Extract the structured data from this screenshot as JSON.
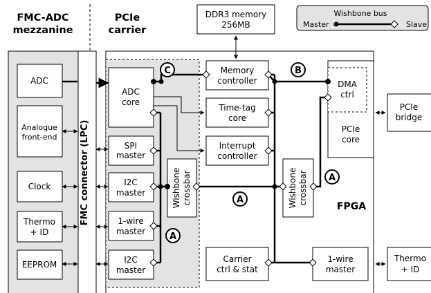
{
  "headings": {
    "fmc_adc": [
      "FMC-ADC",
      "mezzanine"
    ],
    "pcie_carrier": [
      "PCIe",
      "carrier"
    ]
  },
  "fmc_connector": "FMC connector (LPC)",
  "fpga_label": "FPGA",
  "legend": {
    "title": "Wishbone bus",
    "master": "Master",
    "slave": "Slave"
  },
  "mezzanine_blocks": {
    "adc": "ADC",
    "analogue": [
      "Analogue",
      "front-end"
    ],
    "clock": "Clock",
    "thermo": [
      "Thermo",
      "+ ID"
    ],
    "eeprom": "EEPROM"
  },
  "fmc_cores": {
    "adc_core": [
      "ADC",
      "core"
    ],
    "spi_master": [
      "SPI",
      "master"
    ],
    "i2c_master_1": [
      "I2C",
      "master"
    ],
    "onewire_master": [
      "1-wire",
      "master"
    ],
    "i2c_master_2": [
      "I2C",
      "master"
    ]
  },
  "crossbars": {
    "left": "Wishbone crossbar",
    "right": "Wishbone crossbar"
  },
  "carrier_cores": {
    "memory_controller": [
      "Memory",
      "controller"
    ],
    "timetag_core": [
      "Time-tag",
      "core"
    ],
    "interrupt_controller": [
      "Interrupt",
      "controller"
    ],
    "carrier_ctrl": [
      "Carrier",
      "ctrl & stat"
    ],
    "dma_ctrl": [
      "DMA",
      "ctrl"
    ],
    "pcie_core": [
      "PCIe",
      "core"
    ],
    "onewire_master_carrier": [
      "1-wire",
      "master"
    ]
  },
  "external": {
    "ddr3": [
      "DDR3 memory",
      "256MB"
    ],
    "pcie_bridge": [
      "PCIe",
      "bridge"
    ],
    "thermo_id": [
      "Thermo",
      "+ ID"
    ]
  },
  "bus_markers": {
    "a": "A",
    "b": "B",
    "c": "C"
  }
}
